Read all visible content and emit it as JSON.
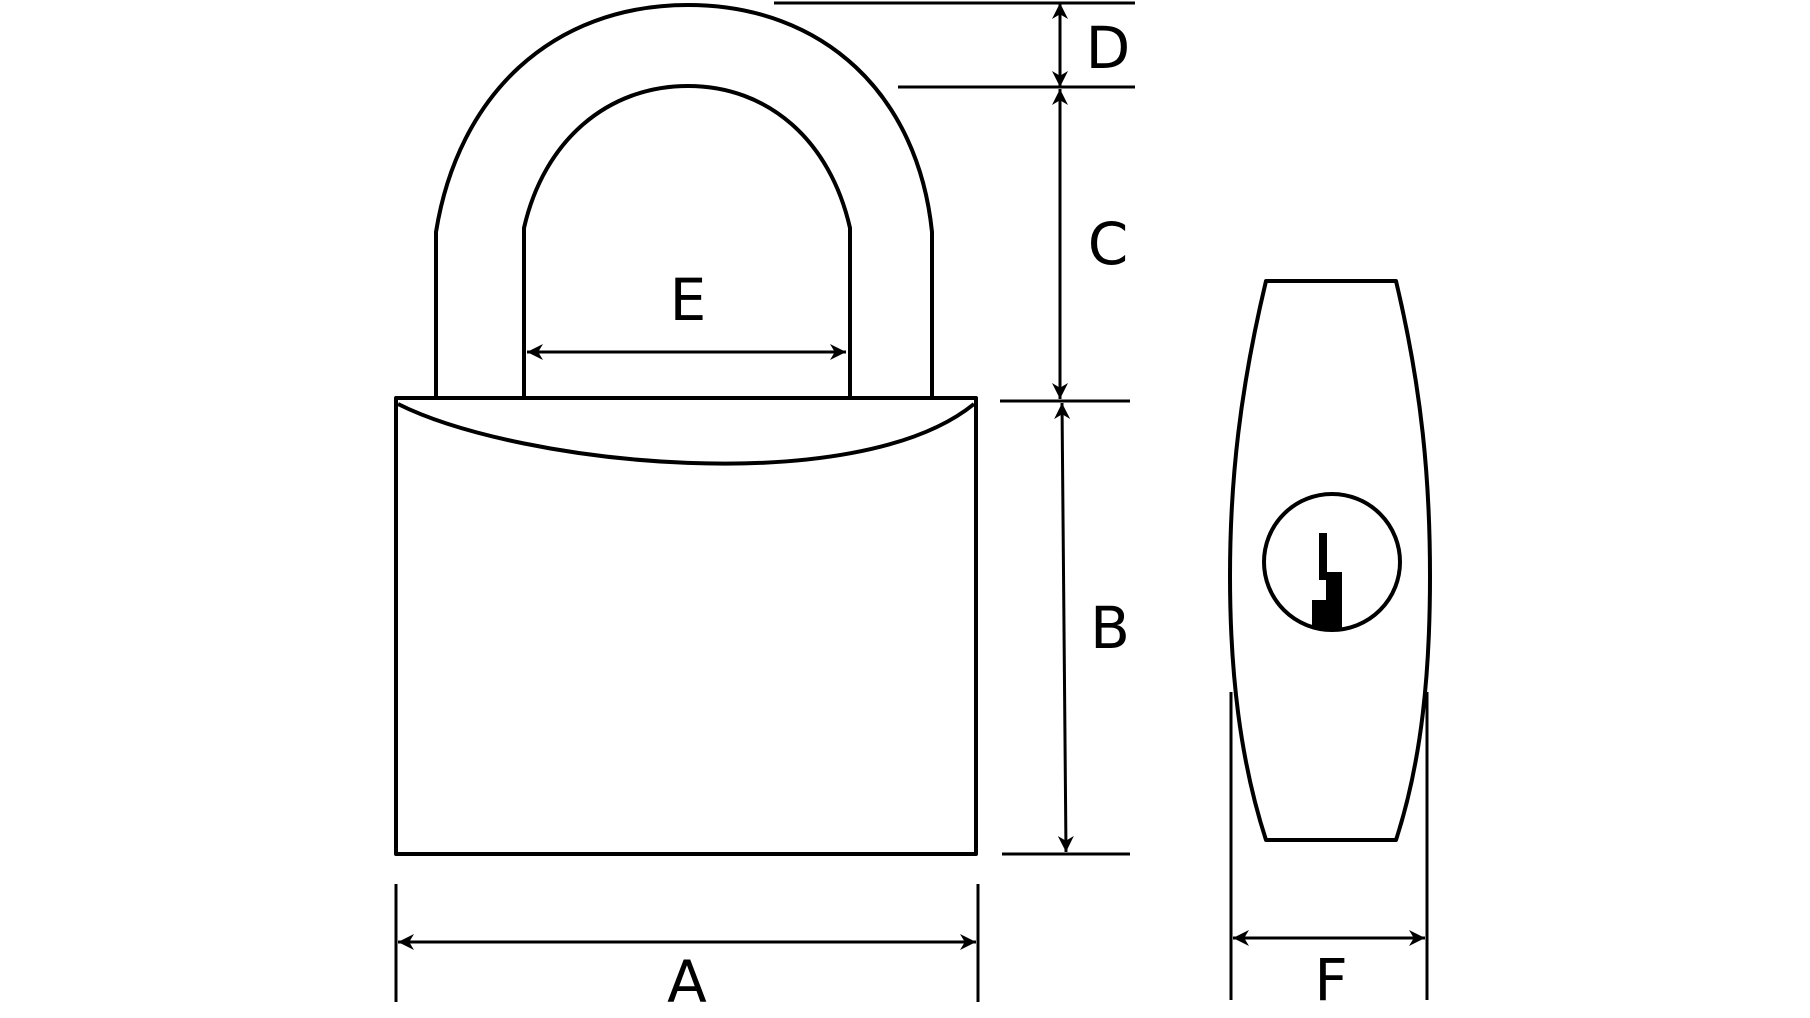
{
  "dimension_labels": {
    "a": "A",
    "b": "B",
    "c": "C",
    "d": "D",
    "e": "E",
    "f": "F"
  },
  "colors": {
    "line": "#000000",
    "background": "#ffffff"
  }
}
